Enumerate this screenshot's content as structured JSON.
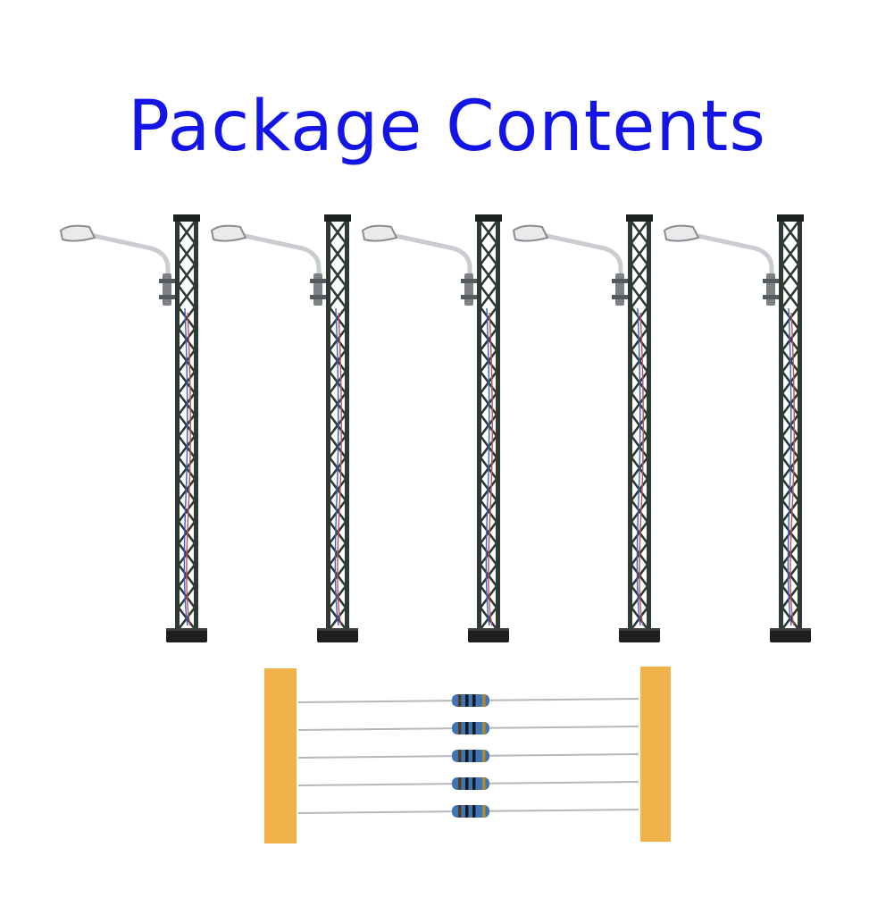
{
  "title": "Package Contents",
  "colors": {
    "title": "#1414e6",
    "mast": "#2f3a34",
    "mast_edge": "#1b221e",
    "lamp": "#c9ccd0",
    "lamp_head": "#e8eaec",
    "wire_red": "#c0504d",
    "wire_blue": "#3a5fc8",
    "tape": "#f2b24a",
    "resistor_body": "#3e74b8",
    "resistor_lead": "#b8b8b8"
  },
  "contents": {
    "lamp_posts": 5,
    "resistors": 5
  },
  "icons": {
    "lamp_post": "lattice-mast-lamp-icon",
    "resistor": "resistor-icon",
    "tape": "tape-strip-icon"
  }
}
